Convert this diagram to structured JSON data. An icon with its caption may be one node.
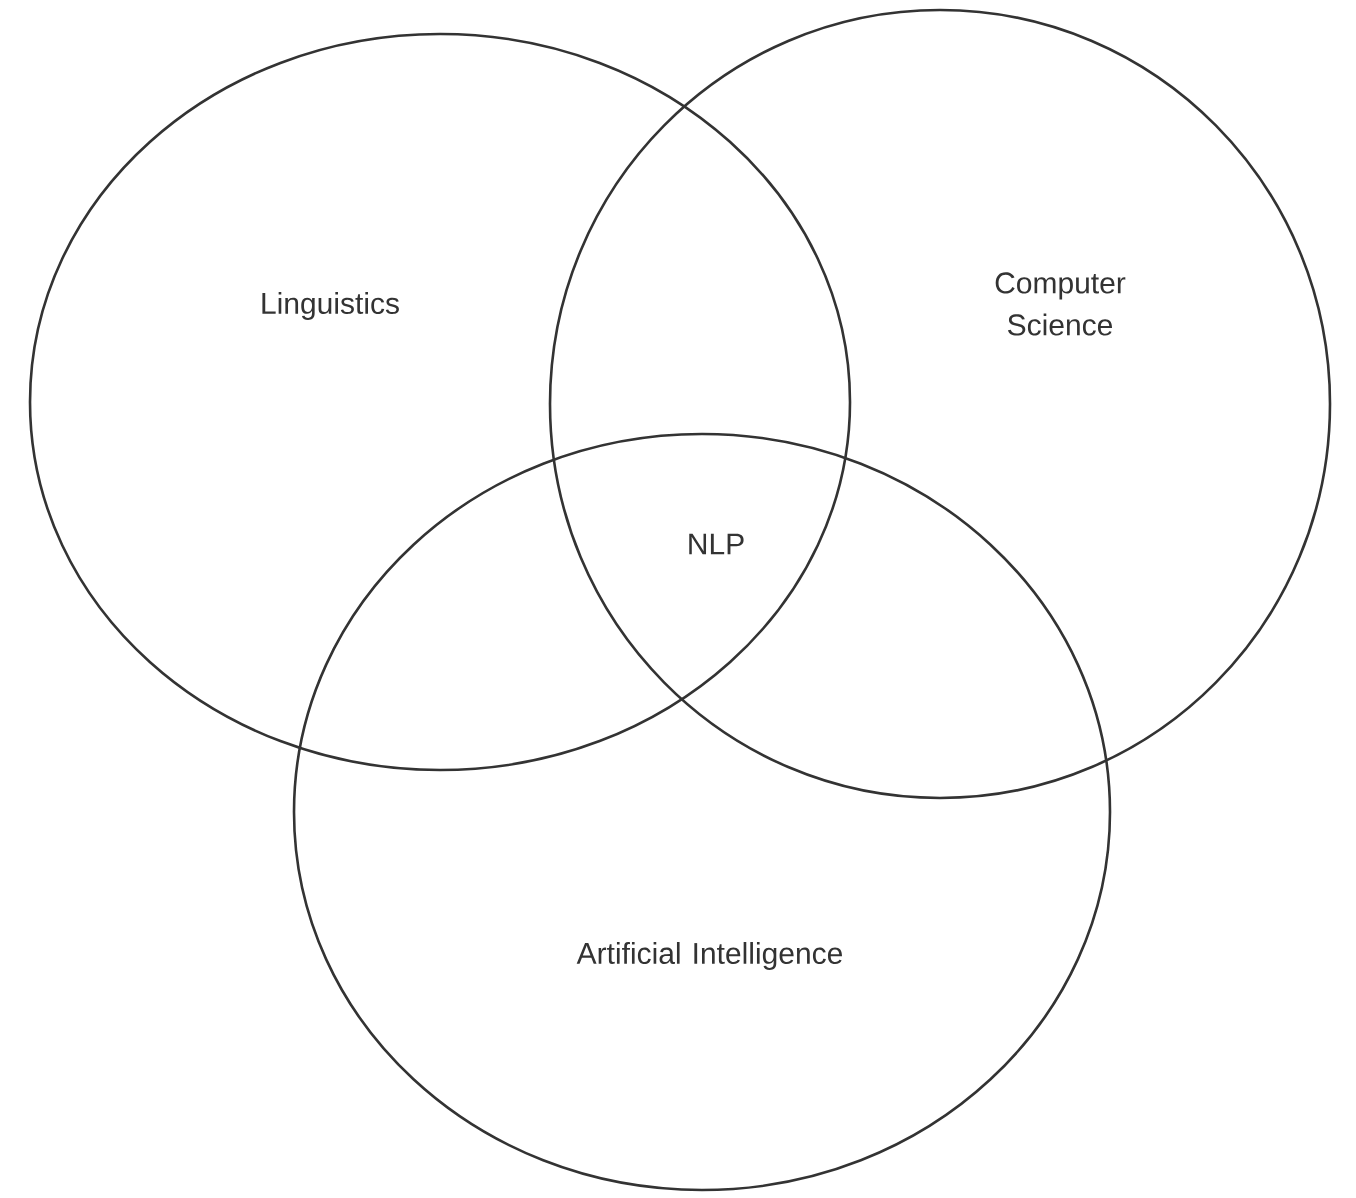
{
  "diagram": {
    "nodes": [
      {
        "text": [
          "Linguistics"
        ]
      },
      {
        "text": [
          "Computer Science"
        ]
      },
      {
        "text": [
          "Artificial Intelligence"
        ]
      }
    ],
    "labels": [
      "NLP"
    ]
  }
}
